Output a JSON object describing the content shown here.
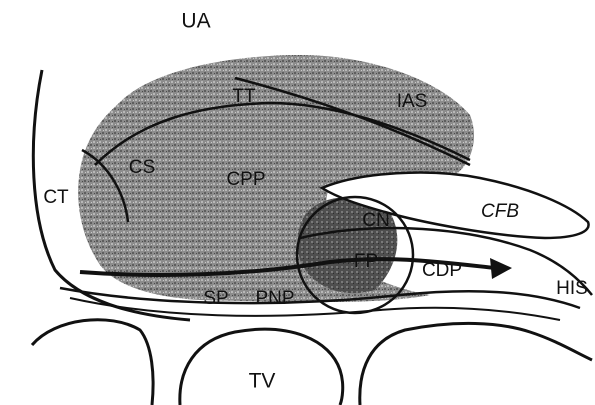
{
  "figure": {
    "labels": {
      "ua": "UA",
      "ct": "CT",
      "cs": "CS",
      "tt": "TT",
      "ias": "IAS",
      "cpp": "CPP",
      "cfb": "CFB",
      "cn": "CN",
      "fp": "FP",
      "cdp": "CDP",
      "sp": "SP",
      "pnp": "PNP",
      "his": "HIS",
      "tv": "TV"
    },
    "colors": {
      "ink": "#111111",
      "stipple_dark": "#6e6e6e",
      "stipple_light": "#b3b3b3",
      "paper": "#ffffff"
    }
  }
}
